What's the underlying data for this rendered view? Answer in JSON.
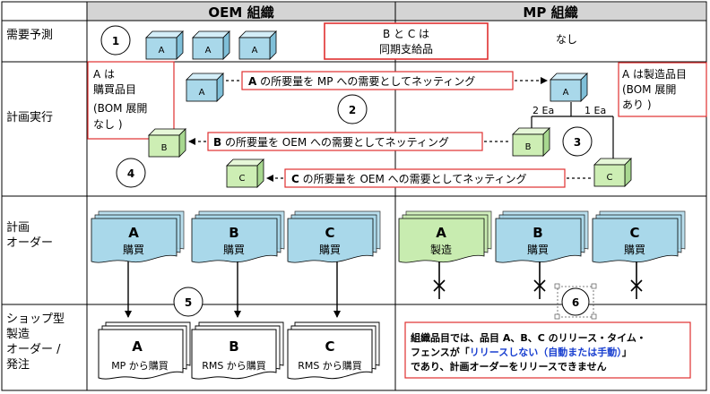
{
  "headers": {
    "oem": "OEM 組織",
    "mp": "MP 組織"
  },
  "rows": {
    "forecast": "需要予測",
    "planning": "計画実行",
    "orders": [
      "計画",
      "オーダー"
    ],
    "shop": [
      "ショップ型",
      "製造",
      "オーダー /",
      "発注"
    ]
  },
  "circles": [
    "1",
    "2",
    "3",
    "4",
    "5",
    "6"
  ],
  "items": {
    "a": "A",
    "b": "B",
    "c": "C"
  },
  "forecast": {
    "note": [
      "B と C は",
      "同期支給品"
    ],
    "mp_none": "なし"
  },
  "planning": {
    "oem_note": [
      "A は",
      "購買品目",
      "(BOM 展開",
      "なし )"
    ],
    "mp_note": [
      "A は製造品目",
      "(BOM 展開",
      "あり )"
    ],
    "net_a": {
      "bold": "A",
      "rest": " の所要量を MP への需要としてネッティング"
    },
    "net_b": {
      "bold": "B",
      "rest": " の所要量を OEM への需要としてネッティング"
    },
    "net_c": {
      "bold": "C",
      "rest": " の所要量を OEM への需要としてネッティング"
    },
    "qty_b": "2 Ea",
    "qty_c": "1 Ea"
  },
  "orders": {
    "oem": [
      {
        "item": "A",
        "label": "購買"
      },
      {
        "item": "B",
        "label": "購買"
      },
      {
        "item": "C",
        "label": "購買"
      }
    ],
    "mp": [
      {
        "item": "A",
        "label": "製造"
      },
      {
        "item": "B",
        "label": "購買"
      },
      {
        "item": "C",
        "label": "購買"
      }
    ]
  },
  "shop": {
    "oem": [
      {
        "item": "A",
        "label": "MP から購買"
      },
      {
        "item": "B",
        "label": "RMS から購買"
      },
      {
        "item": "C",
        "label": "RMS から購買"
      }
    ],
    "note_lines": [
      [
        {
          "t": "組織品目では、品目 A、B、C のリリース・タイム・",
          "c": "black"
        }
      ],
      [
        {
          "t": "フェンスが「",
          "c": "black"
        },
        {
          "t": "リリースしない（自動または手動）",
          "c": "blue"
        },
        {
          "t": "」",
          "c": "black"
        }
      ],
      [
        {
          "t": "であり、計画オーダーをリリースできません",
          "c": "black"
        }
      ]
    ]
  },
  "colors": {
    "cube_blue": "#a9d8ea",
    "cube_green": "#cdeeb4",
    "doc_blue": "#a9d8ea",
    "doc_green": "#c8ecb0",
    "header_bg": "#d4d4d4",
    "red": "#e03030",
    "blue_text": "#1a40d0"
  }
}
